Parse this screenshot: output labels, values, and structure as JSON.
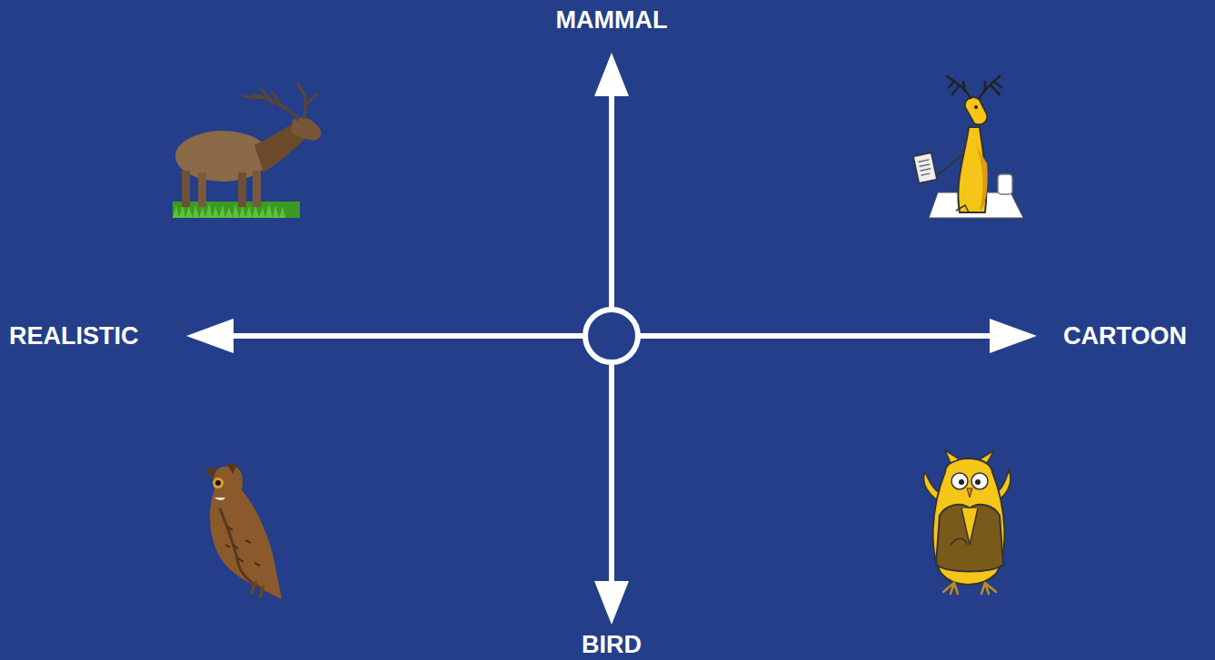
{
  "diagram": {
    "labels": [
      "MAMMAL",
      "REALISTIC",
      "CARTOON",
      "BIRD"
    ]
  }
}
